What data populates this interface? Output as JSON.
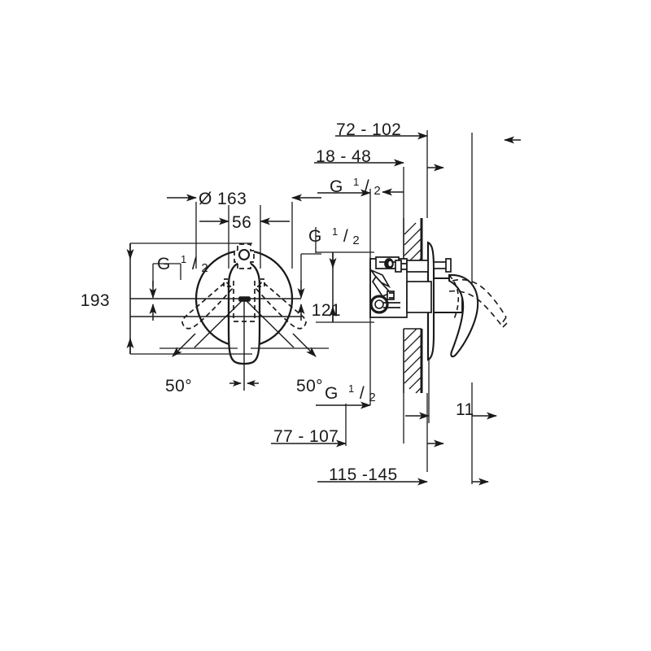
{
  "drawing": {
    "title": "Concealed single-lever mixer installation dimension drawing",
    "background_color": "#ffffff",
    "line_color": "#1a1a1a",
    "views": [
      {
        "name": "front-view",
        "label": "Front view of escutcheon plate with lever handle"
      },
      {
        "name": "section-view",
        "label": "Vertical wall section with mixer body and lever"
      }
    ],
    "dimensions": {
      "diameter_plate": "Ø 163",
      "plate_offset": "56",
      "plate_height": "193",
      "lever_swing_left": "50°",
      "lever_swing_right": "50°",
      "body_height": "121",
      "wall_depth_max": "72 - 102",
      "wall_depth_min": "18 - 48",
      "handle_projection": "11",
      "outlet_depth": "77 - 107",
      "overall_depth": "115 -145"
    },
    "thread_labels": {
      "front_left": {
        "main": "G",
        "num": "1",
        "den": "2"
      },
      "front_right": {
        "main": "G",
        "num": "1",
        "den": "2"
      },
      "section_top": {
        "main": "G",
        "num": "1",
        "den": "2"
      },
      "section_bottom": {
        "main": "G",
        "num": "1",
        "den": "2"
      }
    }
  }
}
